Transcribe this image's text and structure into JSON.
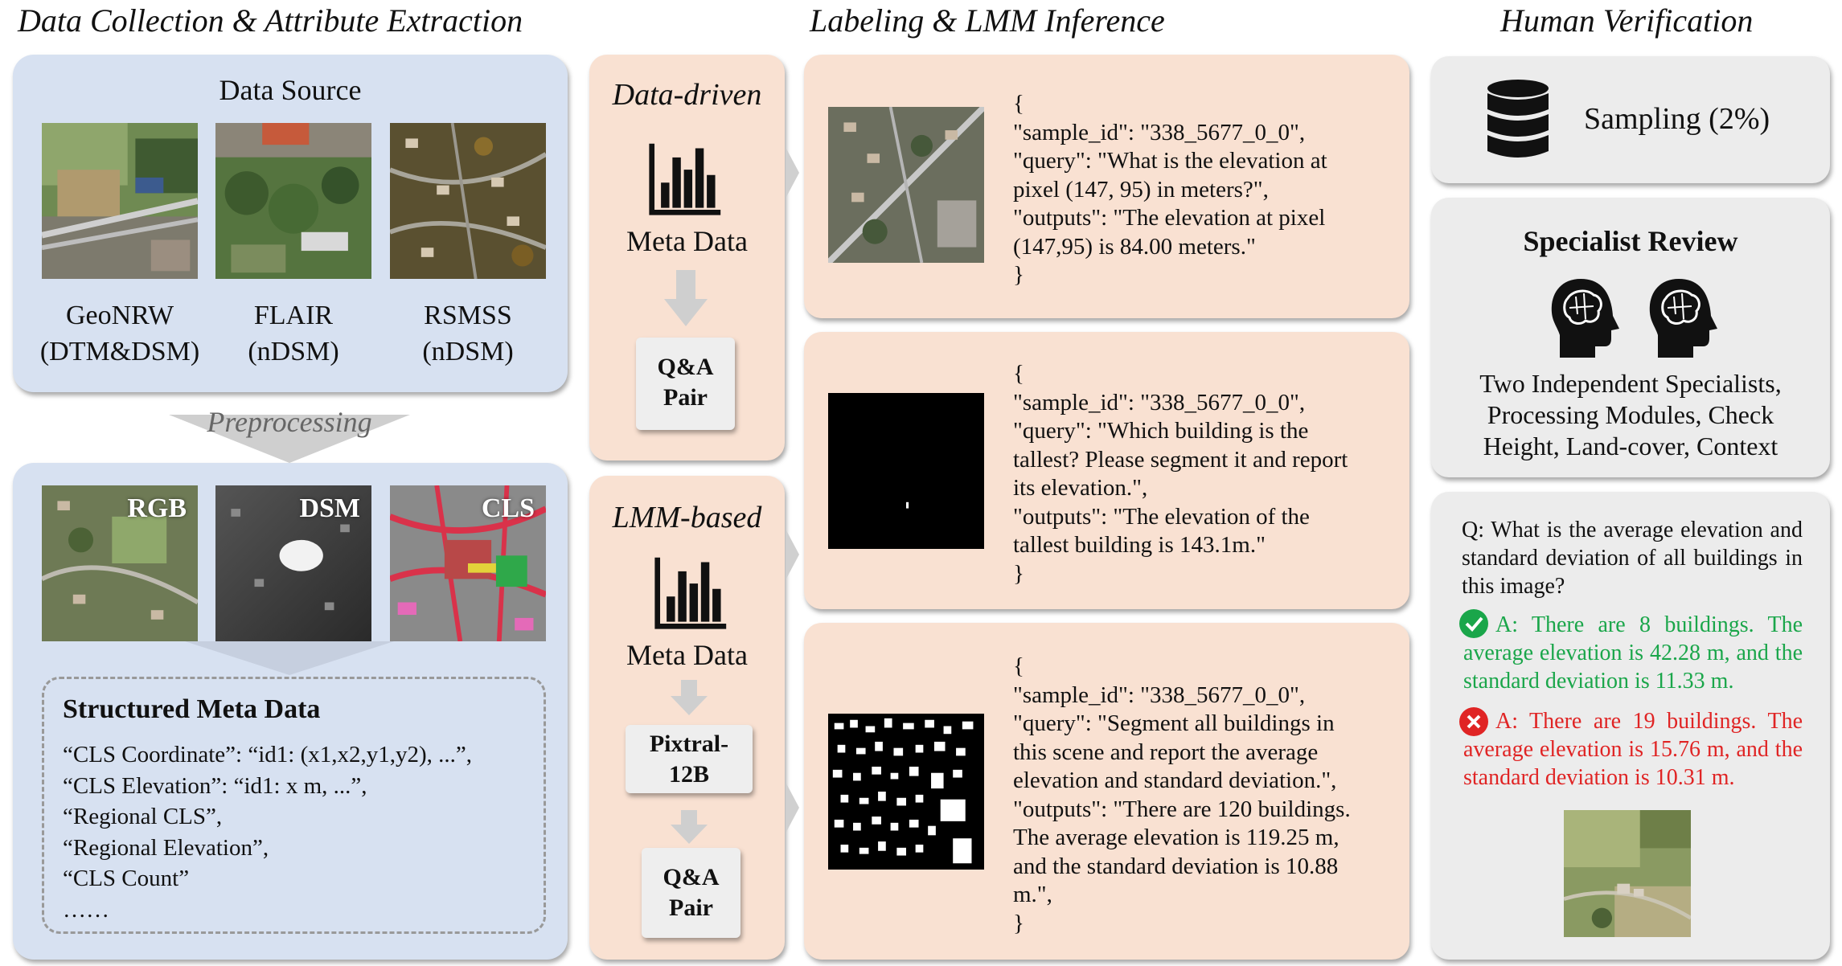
{
  "headings": {
    "collection": "Data Collection & Attribute Extraction",
    "labeling": "Labeling & LMM Inference",
    "verification": "Human Verification"
  },
  "data_source": {
    "title": "Data Source",
    "datasets": [
      {
        "name": "GeoNRW",
        "sub": "(DTM&DSM)"
      },
      {
        "name": "FLAIR",
        "sub": "(nDSM)"
      },
      {
        "name": "RSMSS",
        "sub": "(nDSM)"
      }
    ]
  },
  "preprocessing": "Preprocessing",
  "modalities": [
    "RGB",
    "DSM",
    "CLS"
  ],
  "structured_meta": {
    "title": "Structured Meta Data",
    "items": [
      "“CLS Coordinate”: “id1: (x1,x2,y1,y2), ...”,",
      "“CLS Elevation”: “id1: x m, ...”,",
      "“Regional CLS”,",
      "“Regional Elevation”,",
      "“CLS Count”",
      "……"
    ]
  },
  "data_driven": {
    "title": "Data-driven",
    "meta": "Meta Data",
    "qa": [
      "Q&A",
      "Pair"
    ]
  },
  "lmm_based": {
    "title": "LMM-based",
    "meta": "Meta Data",
    "model": [
      "Pixtral-",
      "12B"
    ],
    "qa": [
      "Q&A",
      "Pair"
    ]
  },
  "samples": [
    {
      "lines": [
        "{",
        "\"sample_id\": \"338_5677_0_0\",",
        "\"query\": \"What is the elevation at",
        "pixel (147, 95) in meters?\",",
        "\"outputs\": \"The elevation at pixel",
        "(147,95) is 84.00 meters.\"",
        "}"
      ]
    },
    {
      "lines": [
        "{",
        "\"sample_id\": \"338_5677_0_0\",",
        "\"query\": \"Which building is the",
        "tallest? Please segment it and report",
        "its elevation.\",",
        "\"outputs\": \"The elevation of the",
        "tallest building is 143.1m.\"",
        "}"
      ]
    },
    {
      "lines": [
        "{",
        "\"sample_id\": \"338_5677_0_0\",",
        "\"query\": \"Segment all buildings in",
        "this scene and report the average",
        "elevation and standard deviation.\",",
        "\"outputs\": \"There are 120 buildings.",
        "The average elevation is 119.25 m,",
        "and the standard deviation is 10.88",
        "m.\",",
        "}"
      ]
    }
  ],
  "sampling": "Sampling (2%)",
  "specialist": {
    "title": "Specialist Review",
    "desc": [
      "Two Independent Specialists,",
      "Processing Modules, Check",
      "Height, Land-cover, Context"
    ]
  },
  "qa_example": {
    "question": "Q: What is the average elevation and standard deviation of all buildings in this image?",
    "correct": "A: There are 8 buildings. The average elevation is 42.28 m, and the standard deviation is 11.33 m.",
    "wrong": "A: There are 19 buildings. The average elevation is 15.76 m, and the standard deviation is 10.31 m."
  },
  "colors": {
    "blue_panel": "#d7e1f1",
    "peach_panel": "#f9e1d2",
    "gray_panel": "#ececec",
    "correct": "#1aa64a",
    "wrong": "#e02424"
  },
  "icons": [
    "database-icon",
    "bar-chart-icon",
    "brain-head-icon",
    "check-circle-icon",
    "cross-circle-icon",
    "down-arrow-icon",
    "right-chevron-icon"
  ]
}
